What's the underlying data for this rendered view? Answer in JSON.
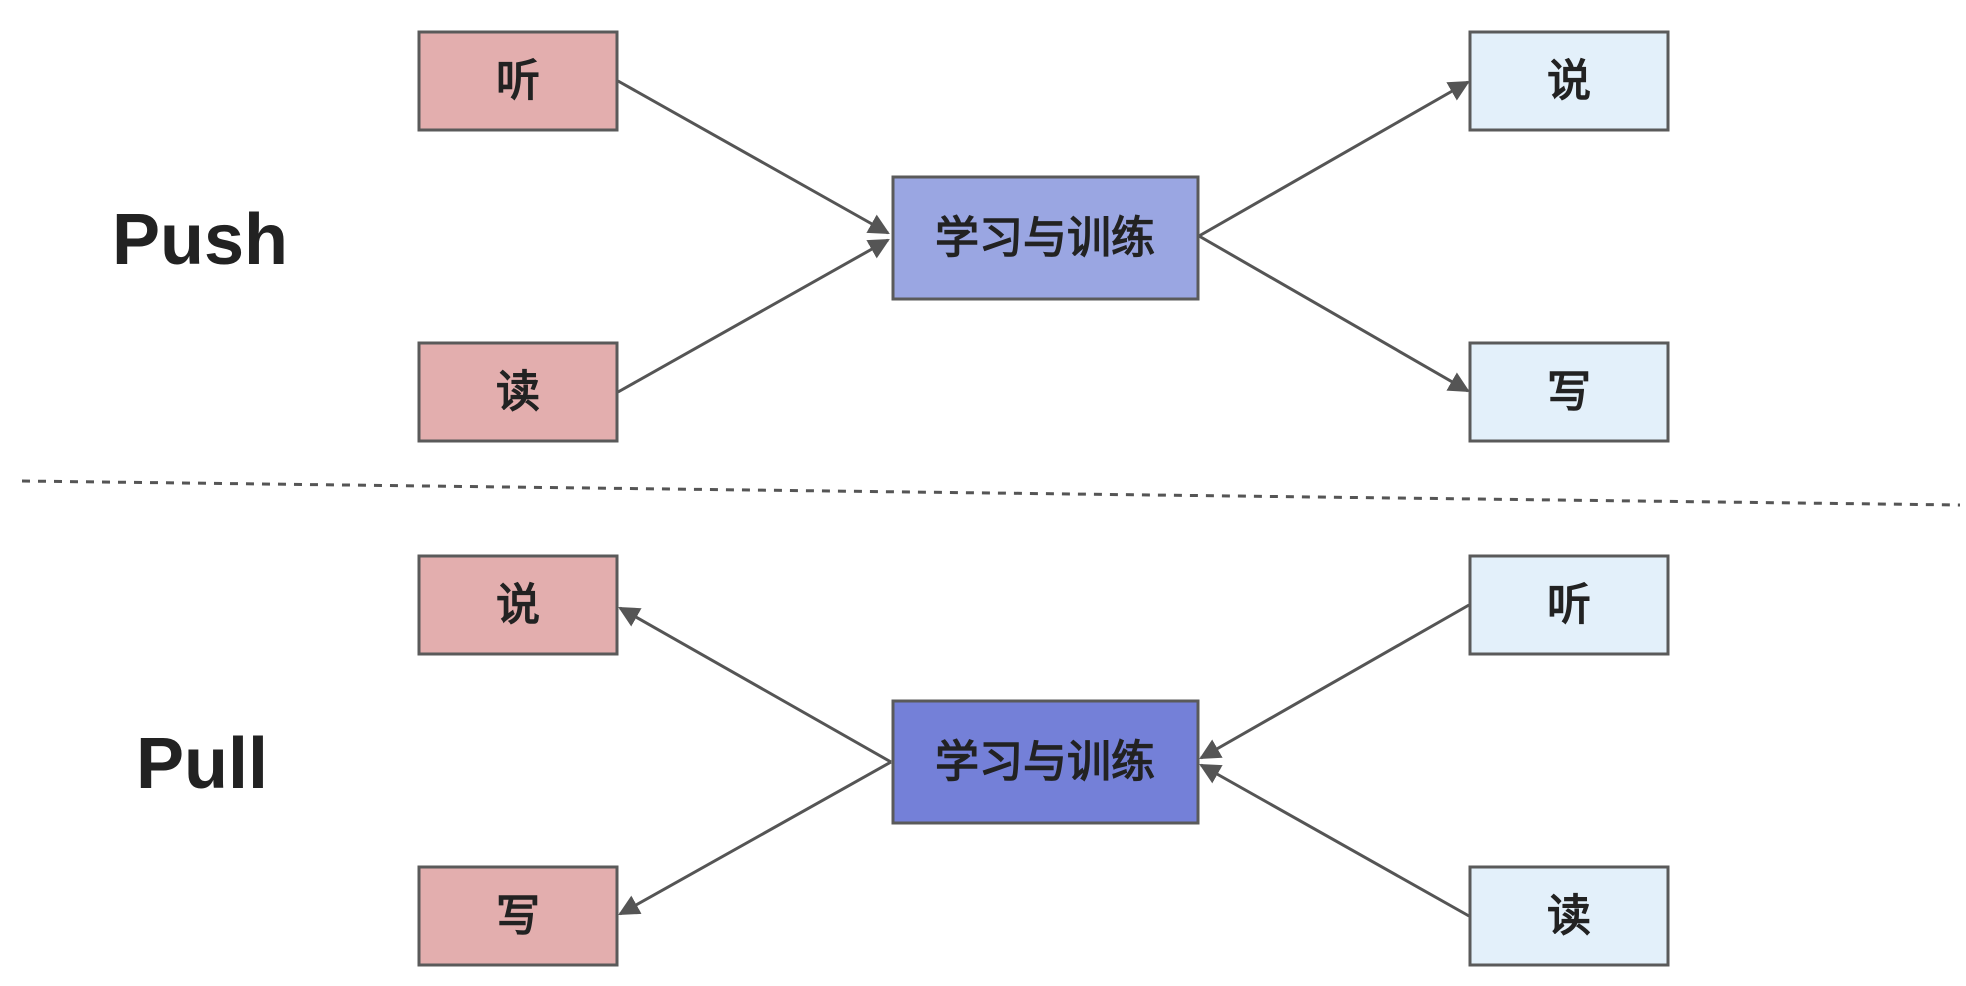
{
  "sections": {
    "push": {
      "label": "Push",
      "inputs": [
        "听",
        "读"
      ],
      "center": "学习与训练",
      "outputs": [
        "说",
        "写"
      ]
    },
    "pull": {
      "label": "Pull",
      "outputs": [
        "说",
        "写"
      ],
      "center": "学习与训练",
      "inputs": [
        "听",
        "读"
      ]
    }
  },
  "colors": {
    "left_box": "#e3aeae",
    "right_box": "#e3f0fa",
    "push_center": "#9aa6e2",
    "pull_center": "#7480d8",
    "border": "#5a5a5a",
    "edge": "#555555"
  }
}
